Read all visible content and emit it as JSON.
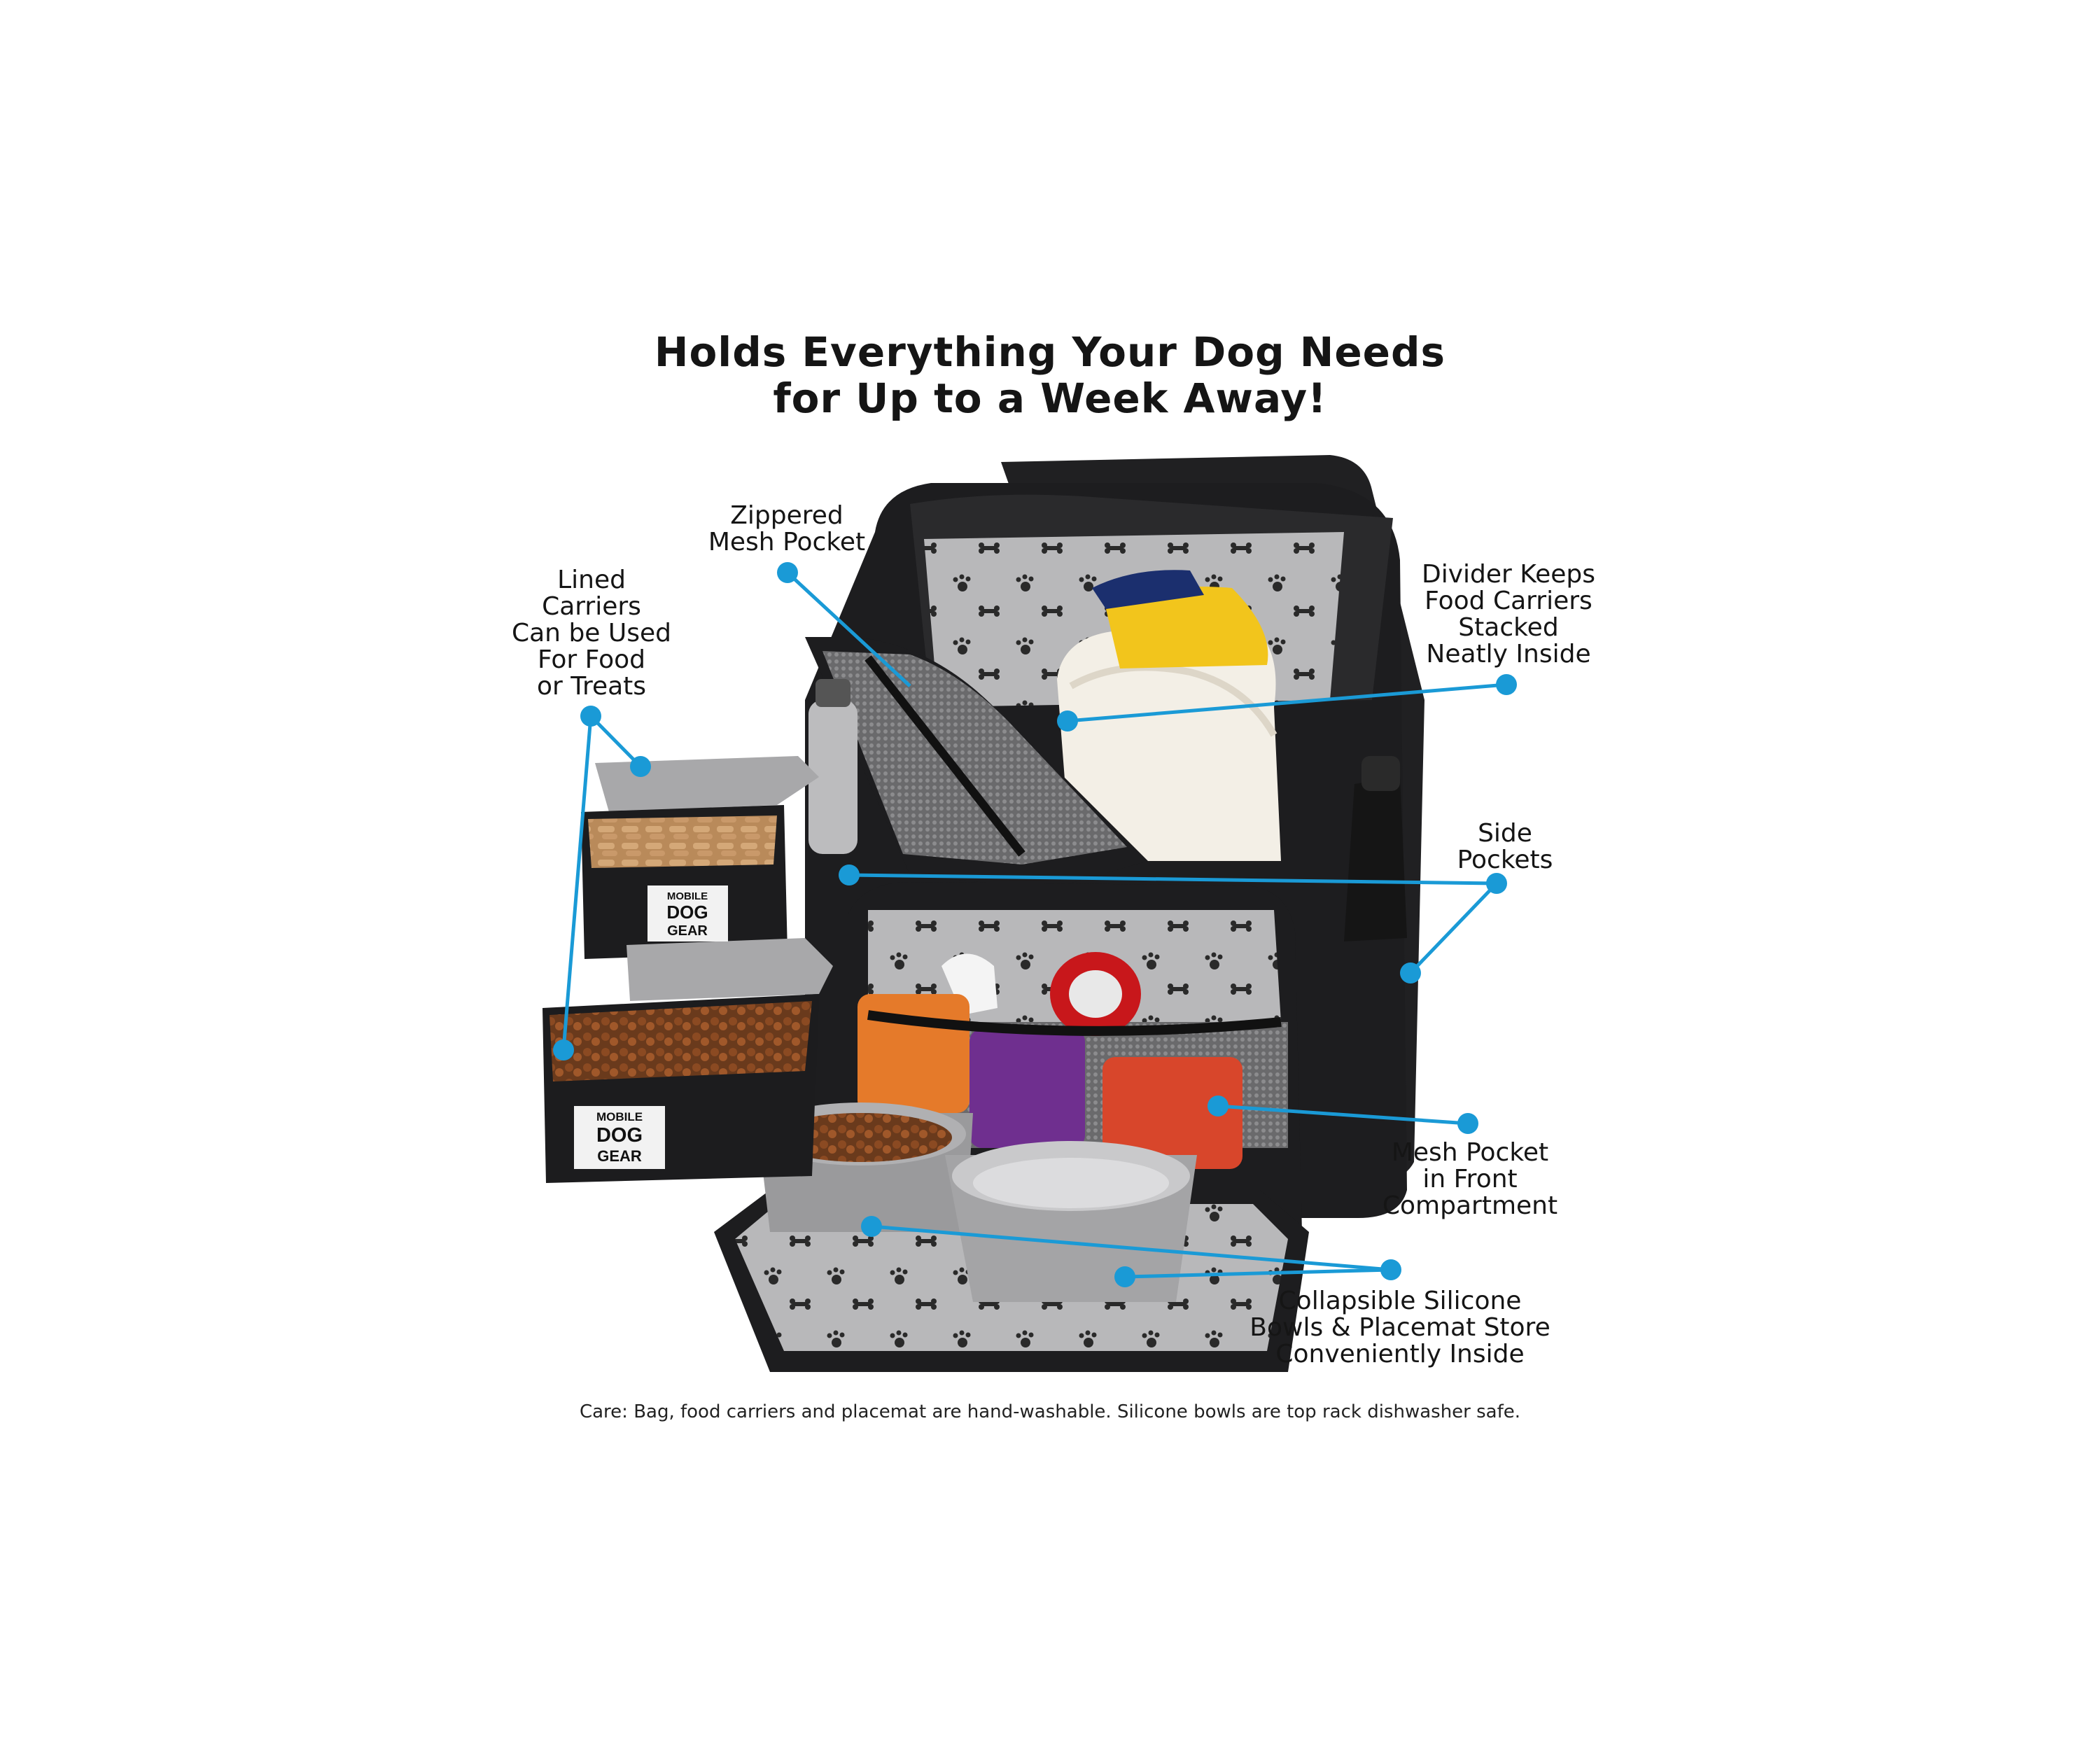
{
  "title": {
    "line1": "Holds Everything Your Dog Needs",
    "line2": "for Up to a Week Away!"
  },
  "callouts": {
    "zippered_mesh_pocket": {
      "line1": "Zippered",
      "line2": "Mesh Pocket"
    },
    "lined_carriers": {
      "line1": "Lined",
      "line2": "Carriers",
      "line3": "Can be Used",
      "line4": "For Food",
      "line5": "or Treats"
    },
    "divider": {
      "line1": "Divider Keeps",
      "line2": "Food Carriers",
      "line3": "Stacked",
      "line4": "Neatly Inside"
    },
    "side_pockets": {
      "line1": "Side",
      "line2": "Pockets"
    },
    "mesh_pocket_front": {
      "line1": "Mesh Pocket",
      "line2": "in Front",
      "line3": "Compartment"
    },
    "collapsible_bowls": {
      "line1": "Collapsible Silicone",
      "line2": "Bowls & Placemat Store",
      "line3": "Conveniently Inside"
    }
  },
  "brand_logo": {
    "line1": "MOBILE",
    "line2": "DOG",
    "line3": "GEAR"
  },
  "care_note": "Care: Bag, food carriers and placemat are hand-washable. Silicone bowls are top rack dishwasher safe.",
  "colors": {
    "callout_blue": "#1a9ad6",
    "bag_black": "#1d1d1f",
    "lining_gray": "#a9a9ab"
  }
}
